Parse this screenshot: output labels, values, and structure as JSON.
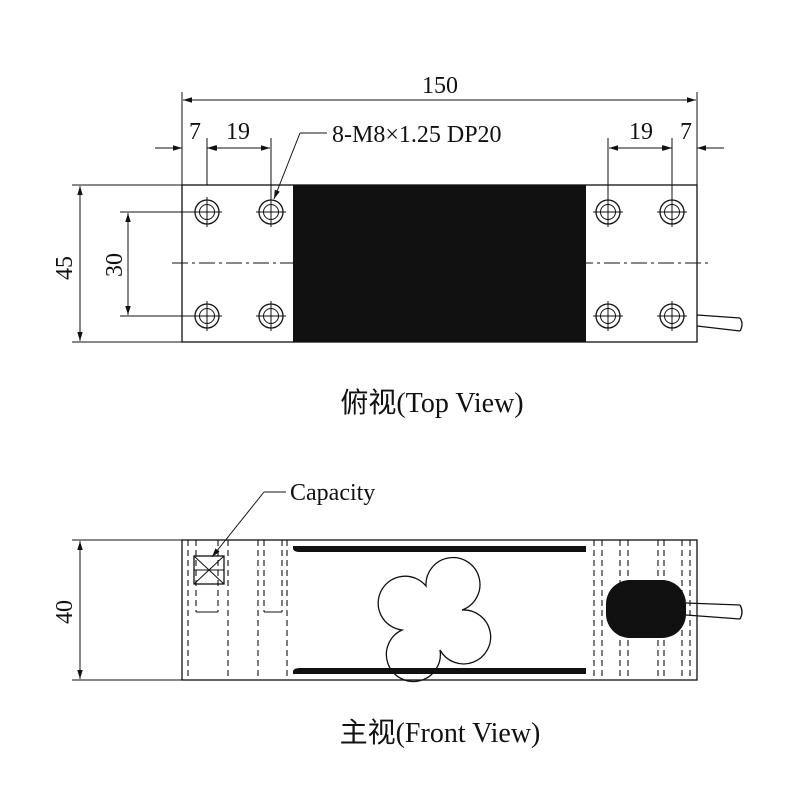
{
  "top_view": {
    "caption": "俯视(Top View)",
    "dims": {
      "overall_length": "150",
      "left_edge_offset": "7",
      "left_hole_spacing": "19",
      "right_hole_spacing": "19",
      "right_edge_offset": "7",
      "width": "45",
      "hole_row_spacing": "30"
    },
    "hole_callout": "8-M8×1.25 DP20"
  },
  "front_view": {
    "caption": "主视(Front View)",
    "height_dim": "40",
    "capacity_label": "Capacity"
  },
  "colors": {
    "line": "#111111",
    "fill_dark": "#111111",
    "background": "#ffffff"
  }
}
